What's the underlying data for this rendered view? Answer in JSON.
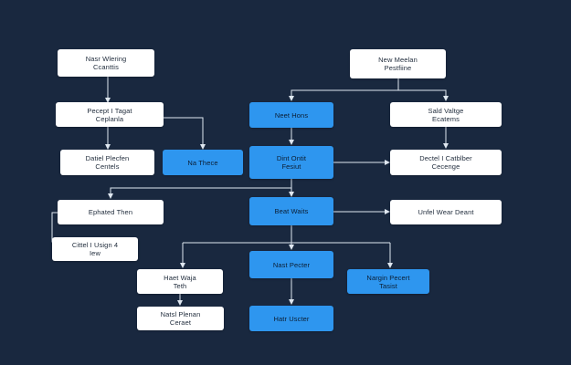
{
  "diagram": {
    "colors": {
      "background": "#19283f",
      "box_white": "#ffffff",
      "box_blue": "#2e96ef",
      "connector": "#dfe7f0"
    },
    "nodes": {
      "n1": "Nasr Wlering\nCcanttis",
      "n2": "Pecept I Tagat\nCeplanla",
      "n3": "Datiel Plecfen\nCentels",
      "n4": "Ephated Then",
      "n5": "Cittel I Usign 4\nIew",
      "n6": "Na Thece",
      "n7": "Neet Hons",
      "n8": "Dint Ontit\nFesiut",
      "n9": "Beat Waits",
      "n10": "Nast Pecter",
      "n11": "Hatr Uscter",
      "n12": "Haet Waja\nTeth",
      "n13": "Natsl Plenan\nCeraet",
      "n14": "Nargin Pecert\nTasist",
      "n15": "New Meelan\nPestfiine",
      "n16": "Sald Valtge\nEcatems",
      "n17": "Dectel I Catblber\nCecenge",
      "n18": "Unfel Wear Deant"
    }
  }
}
